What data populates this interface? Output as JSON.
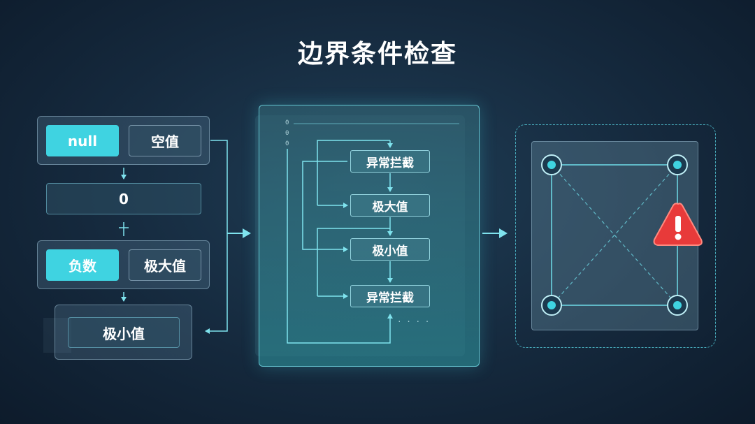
{
  "title": "边界条件检查",
  "left": {
    "group1": {
      "chip": "null",
      "label": "空值"
    },
    "zero": "0",
    "group2": {
      "chip": "负数",
      "label": "极大值"
    },
    "group3": {
      "label": "极小值"
    }
  },
  "flow": {
    "ticks": [
      "0",
      "0",
      "0"
    ],
    "nodes": [
      "异常拦截",
      "极大值",
      "极小值",
      "异常拦截"
    ],
    "ellipsis": "· · · ·"
  },
  "right": {
    "warning_icon": "warning-triangle-icon",
    "warning_color": "#e83a3a",
    "accent_color": "#3fd3e1"
  }
}
